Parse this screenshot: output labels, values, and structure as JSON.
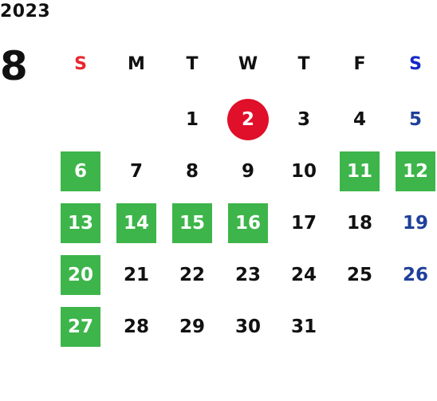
{
  "calendar": {
    "year": "2023",
    "month": "8",
    "weekdays": [
      "S",
      "M",
      "T",
      "W",
      "T",
      "F",
      "S"
    ],
    "colors": {
      "sunday_header": "#e8262e",
      "saturday_header": "#1428c8",
      "saturday_day": "#1f3f9a",
      "weekday_text": "#111111",
      "holiday_bg": "#3db54a",
      "holiday_text": "#ffffff",
      "today_bg": "#e0102a"
    },
    "weeks": [
      [
        "",
        "",
        "1",
        "2",
        "3",
        "4",
        "5"
      ],
      [
        "6",
        "7",
        "8",
        "9",
        "10",
        "11",
        "12"
      ],
      [
        "13",
        "14",
        "15",
        "16",
        "17",
        "18",
        "19"
      ],
      [
        "20",
        "21",
        "22",
        "23",
        "24",
        "25",
        "26"
      ],
      [
        "27",
        "28",
        "29",
        "30",
        "31",
        "",
        ""
      ]
    ],
    "holidays": [
      "6",
      "11",
      "12",
      "13",
      "14",
      "15",
      "16",
      "20",
      "27"
    ],
    "today": "2"
  }
}
